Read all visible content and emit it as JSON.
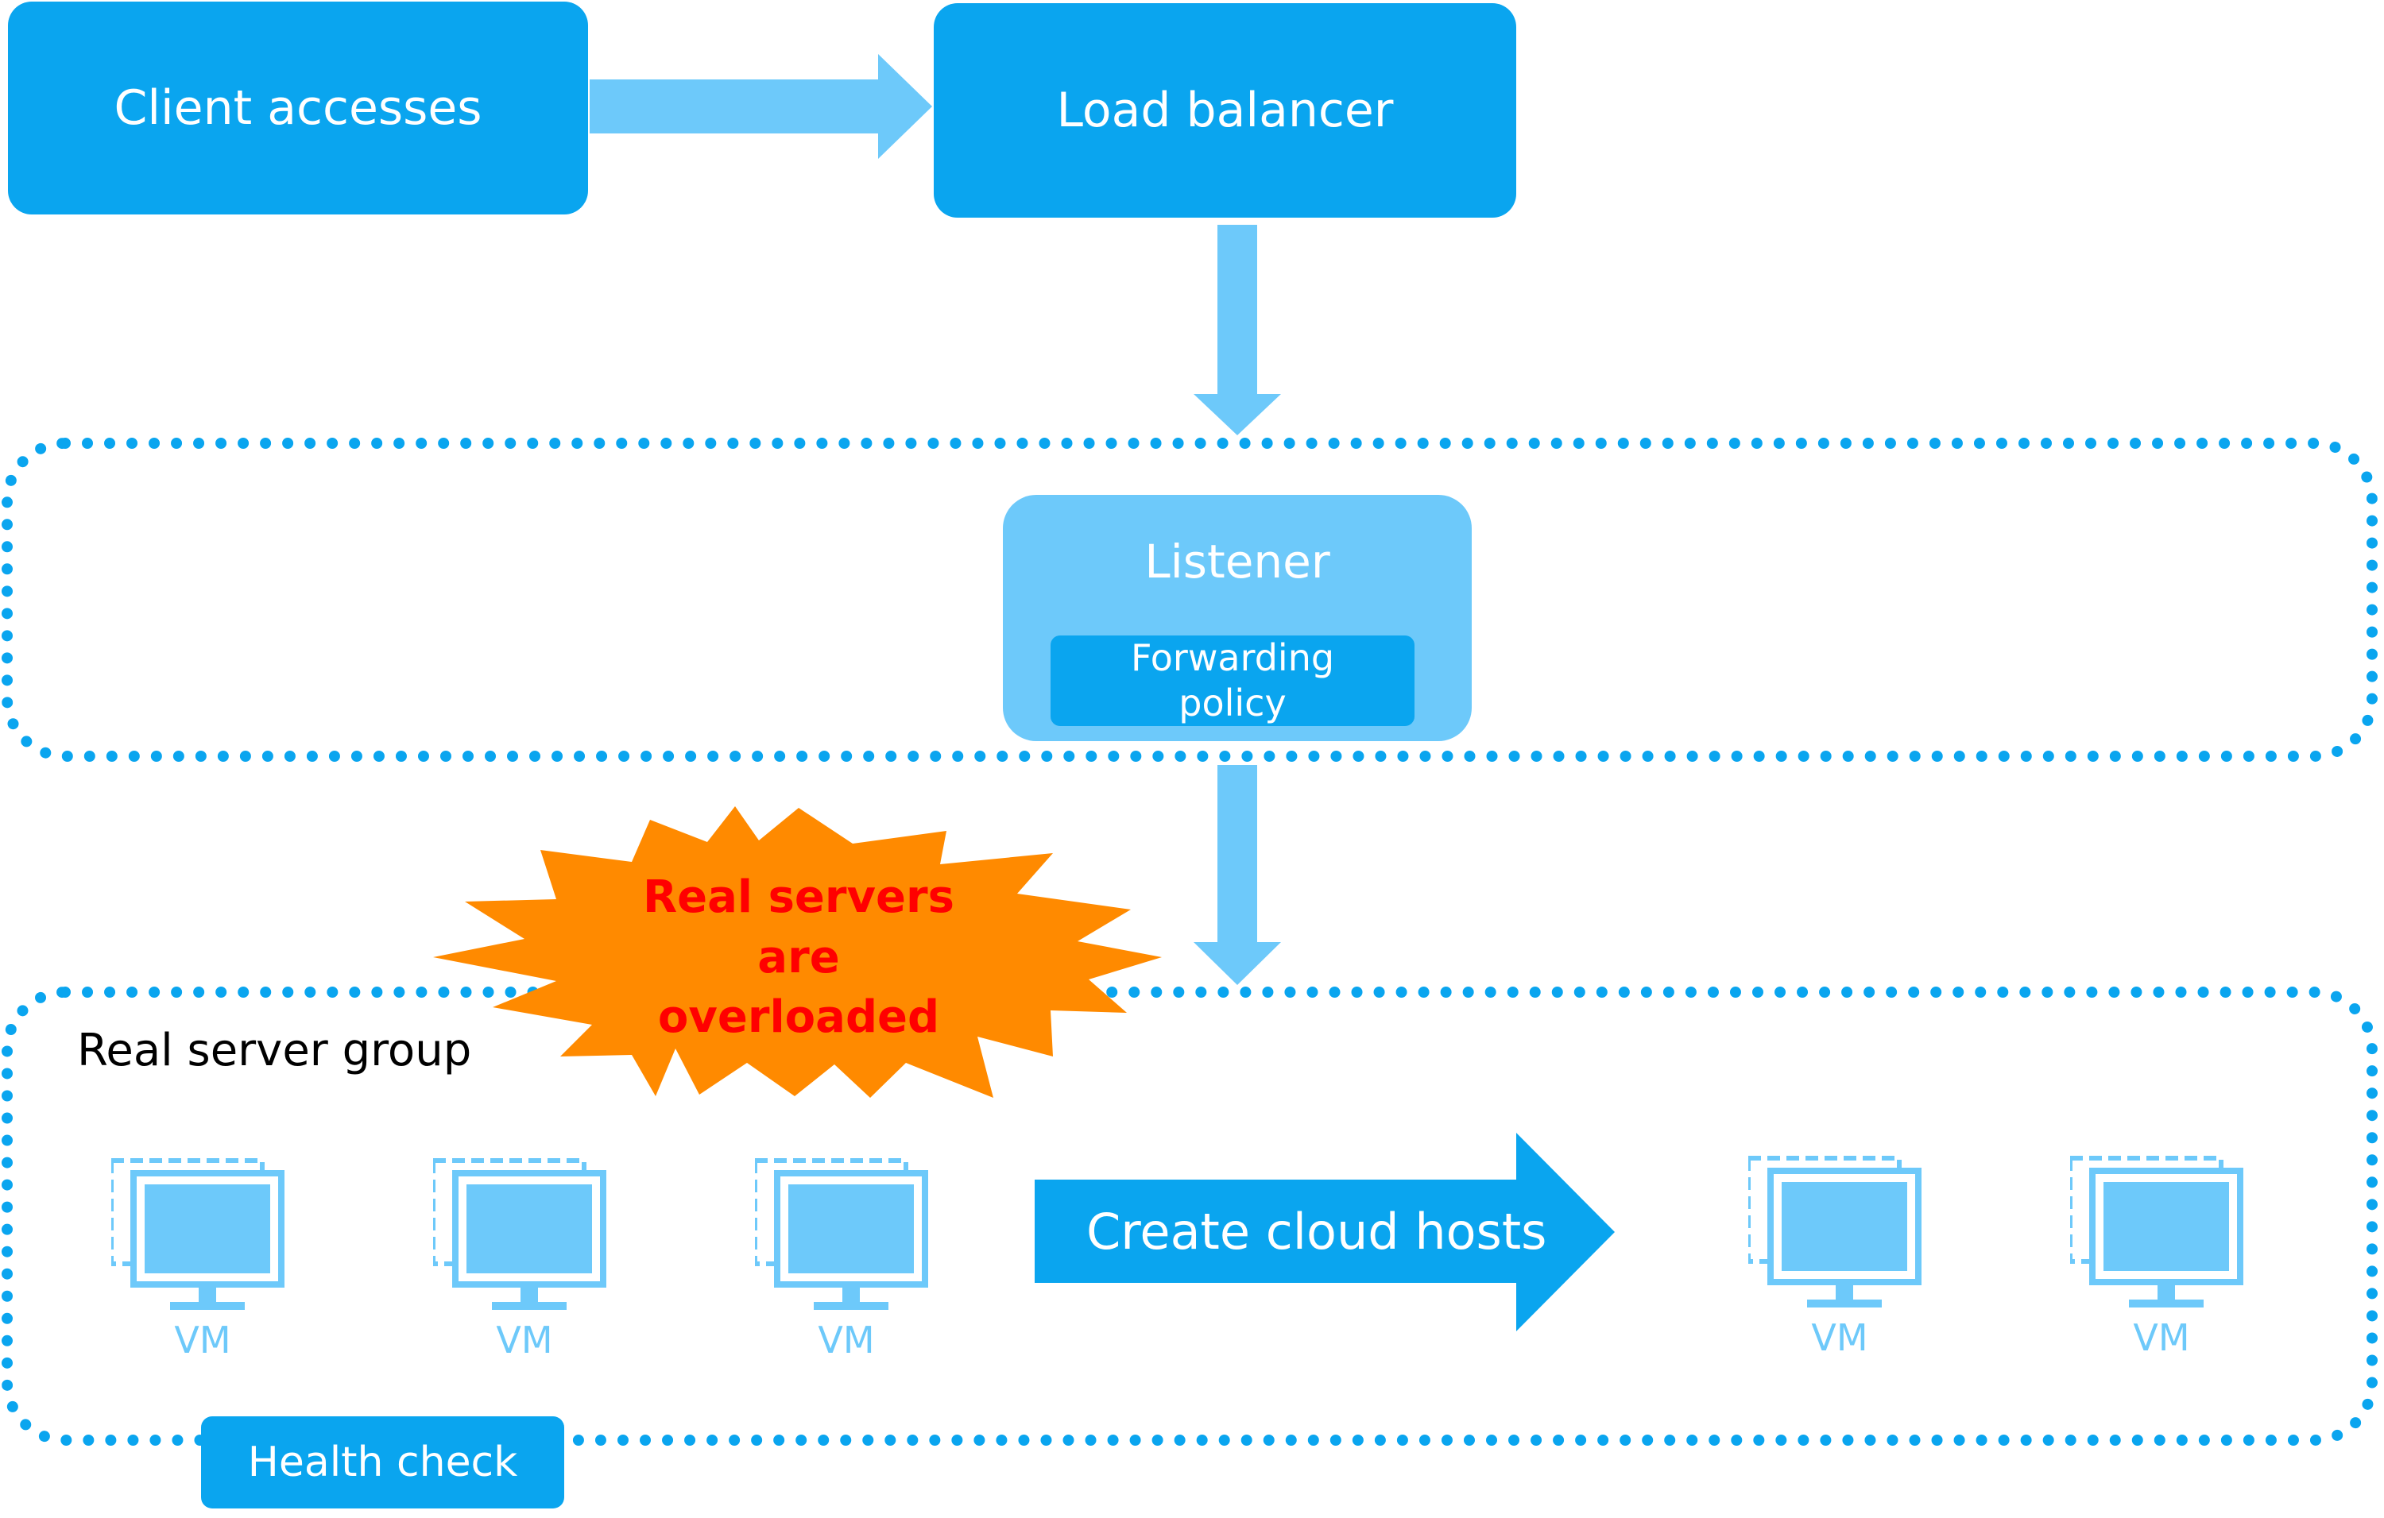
{
  "nodes": {
    "client": "Client accesses",
    "load_balancer": "Load balancer",
    "listener": "Listener",
    "forwarding_policy": "Forwarding policy",
    "real_server_group": "Real server group",
    "health_check": "Health check"
  },
  "alert": {
    "line1": "Real servers",
    "line2": "are",
    "line3": "overloaded"
  },
  "action": "Create cloud hosts",
  "vms": [
    "VM",
    "VM",
    "VM",
    "VM",
    "VM"
  ],
  "colors": {
    "primary": "#0aa5ef",
    "light": "#6dc9fa",
    "alert_fill": "#ff8a00",
    "alert_text": "#ff0000"
  },
  "icons": {
    "vm": "monitor-icon",
    "burst": "starburst-icon"
  }
}
